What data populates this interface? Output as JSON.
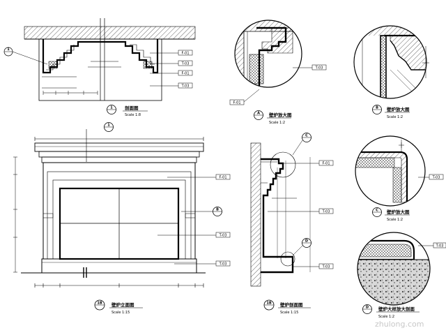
{
  "title_blocks": {
    "plan": {
      "number": "1",
      "title": "剖面图",
      "scale": "Scale 1:8"
    },
    "detail_a": {
      "number": "A",
      "title": "壁炉放大图",
      "scale": "Scale 1:2"
    },
    "detail_b": {
      "number": "B",
      "title": "壁炉放大图",
      "scale": "Scale 1:2"
    },
    "detail_c": {
      "number": "C",
      "title": "壁炉放大图",
      "scale": "Scale 1:2"
    },
    "elevation": {
      "number": "1B",
      "title": "壁炉立面图",
      "scale": "Scale 1:15"
    },
    "section": {
      "number": "1B",
      "title": "壁炉剖面图",
      "scale": "Scale 1:15"
    },
    "detail_d": {
      "number": "D",
      "title": "壁炉大样放大剖面",
      "scale": "Scale 1:2"
    }
  },
  "material_tags": {
    "plan": [
      "F-01",
      "T-03",
      "F-01",
      "T-03"
    ],
    "detail_a": [
      "T-03",
      "F-01"
    ],
    "elevation": [
      "F-01",
      "T-03",
      "T-03"
    ],
    "section": [
      "F-01",
      "T-03",
      "T-03"
    ],
    "detail_c": [
      "T-03"
    ],
    "detail_d": [
      "T-03"
    ]
  },
  "callouts": {
    "plan_ref": "1",
    "elev_ref": "1",
    "elev_side": "B",
    "sec_top": "C",
    "sec_bottom": "D"
  },
  "watermark": "zhulong.com"
}
